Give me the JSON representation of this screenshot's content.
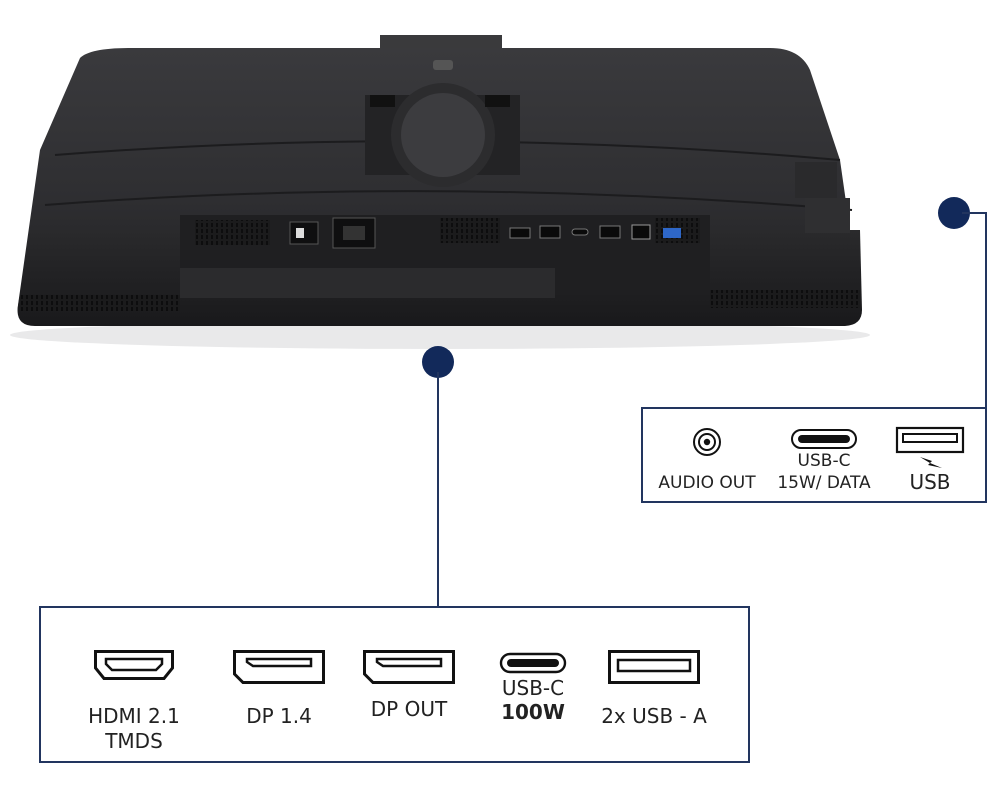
{
  "top_panel": {
    "ports": [
      {
        "icon": "audio-jack-icon",
        "label_line1": "AUDIO OUT",
        "label_line2": ""
      },
      {
        "icon": "usb-c-icon",
        "label_line1": "USB-C",
        "label_line2": "15W/ DATA"
      },
      {
        "icon": "usb-a-charging-icon",
        "label_line1": "USB",
        "label_line2": ""
      }
    ]
  },
  "bottom_panel": {
    "ports": [
      {
        "icon": "hdmi-icon",
        "label_line1": "HDMI 2.1",
        "label_line2": "TMDS"
      },
      {
        "icon": "displayport-icon",
        "label_line1": "DP 1.4",
        "label_line2": ""
      },
      {
        "icon": "displayport-out-icon",
        "label_line1": "DP OUT",
        "label_line2": ""
      },
      {
        "icon": "usb-c-icon",
        "label_line1": "USB-C",
        "label_line2": "100W"
      },
      {
        "icon": "usb-a-icon",
        "label_line1": "2x USB - A",
        "label_line2": ""
      }
    ]
  },
  "colors": {
    "accent": "#22355f",
    "dot": "#12295a",
    "monitor": "#2b2b2d"
  }
}
